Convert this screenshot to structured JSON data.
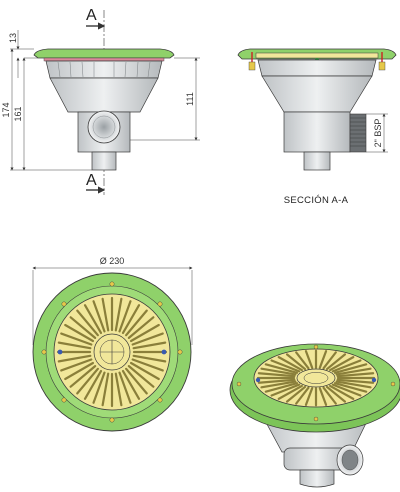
{
  "drawing": {
    "section_marker_top": "A",
    "section_marker_bottom": "A",
    "dim_flange": "13",
    "dim_total": "174",
    "dim_body": "161",
    "dim_outlet": "111",
    "dim_thread": "2\" BSP",
    "dim_diameter": "Ø 230",
    "section_caption": "SECCIÓN A-A"
  },
  "colors": {
    "flange_green": "#8fd16a",
    "grate_yellow": "#f1e79a",
    "body_grey": "#d6d8da",
    "outline": "#3a3a3a",
    "section_red": "#cc2222"
  }
}
